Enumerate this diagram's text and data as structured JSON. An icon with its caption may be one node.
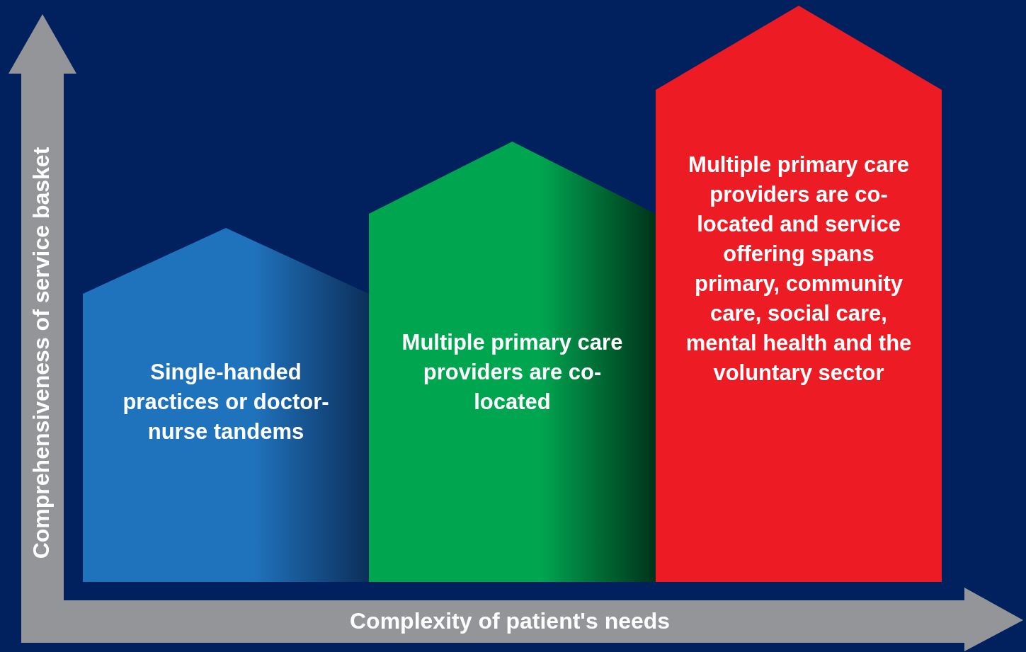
{
  "diagram": {
    "nodes": [
      {
        "text": [
          "Single-handed practices or doctor-nurse tandems"
        ]
      },
      {
        "text": [
          "Multiple primary care providers are co-located"
        ]
      },
      {
        "text": [
          "Multiple primary care providers are co-located and service offering spans primary, community care, social care, mental health and the voluntary sector"
        ]
      }
    ],
    "edges": [],
    "labels": [
      "Comprehensiveness of service basket",
      "Complexity of patient's needs"
    ]
  }
}
